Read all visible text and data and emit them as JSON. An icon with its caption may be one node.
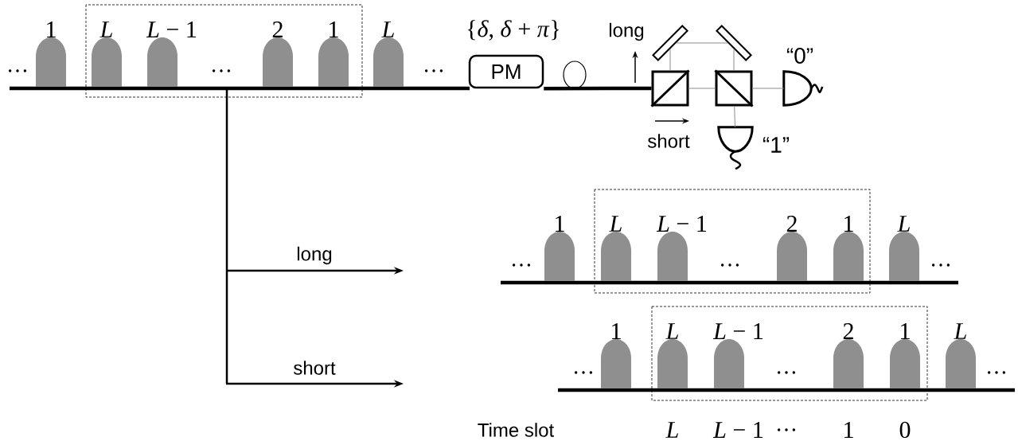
{
  "diagram": {
    "nodes": [
      {
        "text": [
          "PM"
        ],
        "beside": [
          "{*δ*, *δ* + *π*}"
        ]
      },
      {
        "text": [],
        "shape": "box"
      },
      {
        "text": [],
        "shape": "box"
      },
      {
        "text": [],
        "shape": "bar"
      },
      {
        "text": [],
        "shape": "bar"
      },
      {
        "text": [],
        "shape": "detector",
        "beside": [
          "“0”"
        ]
      },
      {
        "text": [],
        "shape": "detector",
        "beside": [
          "“1”"
        ]
      }
    ],
    "edges": [
      {
        "from": 0,
        "to": 1,
        "arrow": "none",
        "style": "thick",
        "color": "#000000"
      },
      {
        "from": 1,
        "to": 3,
        "arrow": "none"
      },
      {
        "from": 3,
        "to": 4,
        "arrow": "none"
      },
      {
        "from": 4,
        "to": 2,
        "arrow": "none"
      },
      {
        "from": 1,
        "to": 2,
        "arrow": "none"
      },
      {
        "from": 2,
        "to": 5,
        "arrow": "none"
      },
      {
        "from": 2,
        "to": 6,
        "arrow": "none"
      }
    ],
    "labels": [
      "…",
      "1",
      "*L*",
      "*L* − 1",
      "…",
      "2",
      "1",
      "*L*",
      "…",
      "long",
      "short",
      "long",
      "…",
      "1",
      "*L*",
      "*L* − 1",
      "…",
      "2",
      "1",
      "*L*",
      "…",
      "short",
      "…",
      "1",
      "*L*",
      "*L* − 1",
      "…",
      "2",
      "1",
      "*L*",
      "…",
      "Time slot",
      "*L*",
      "*L* − 1",
      "…",
      "1",
      "0"
    ]
  }
}
